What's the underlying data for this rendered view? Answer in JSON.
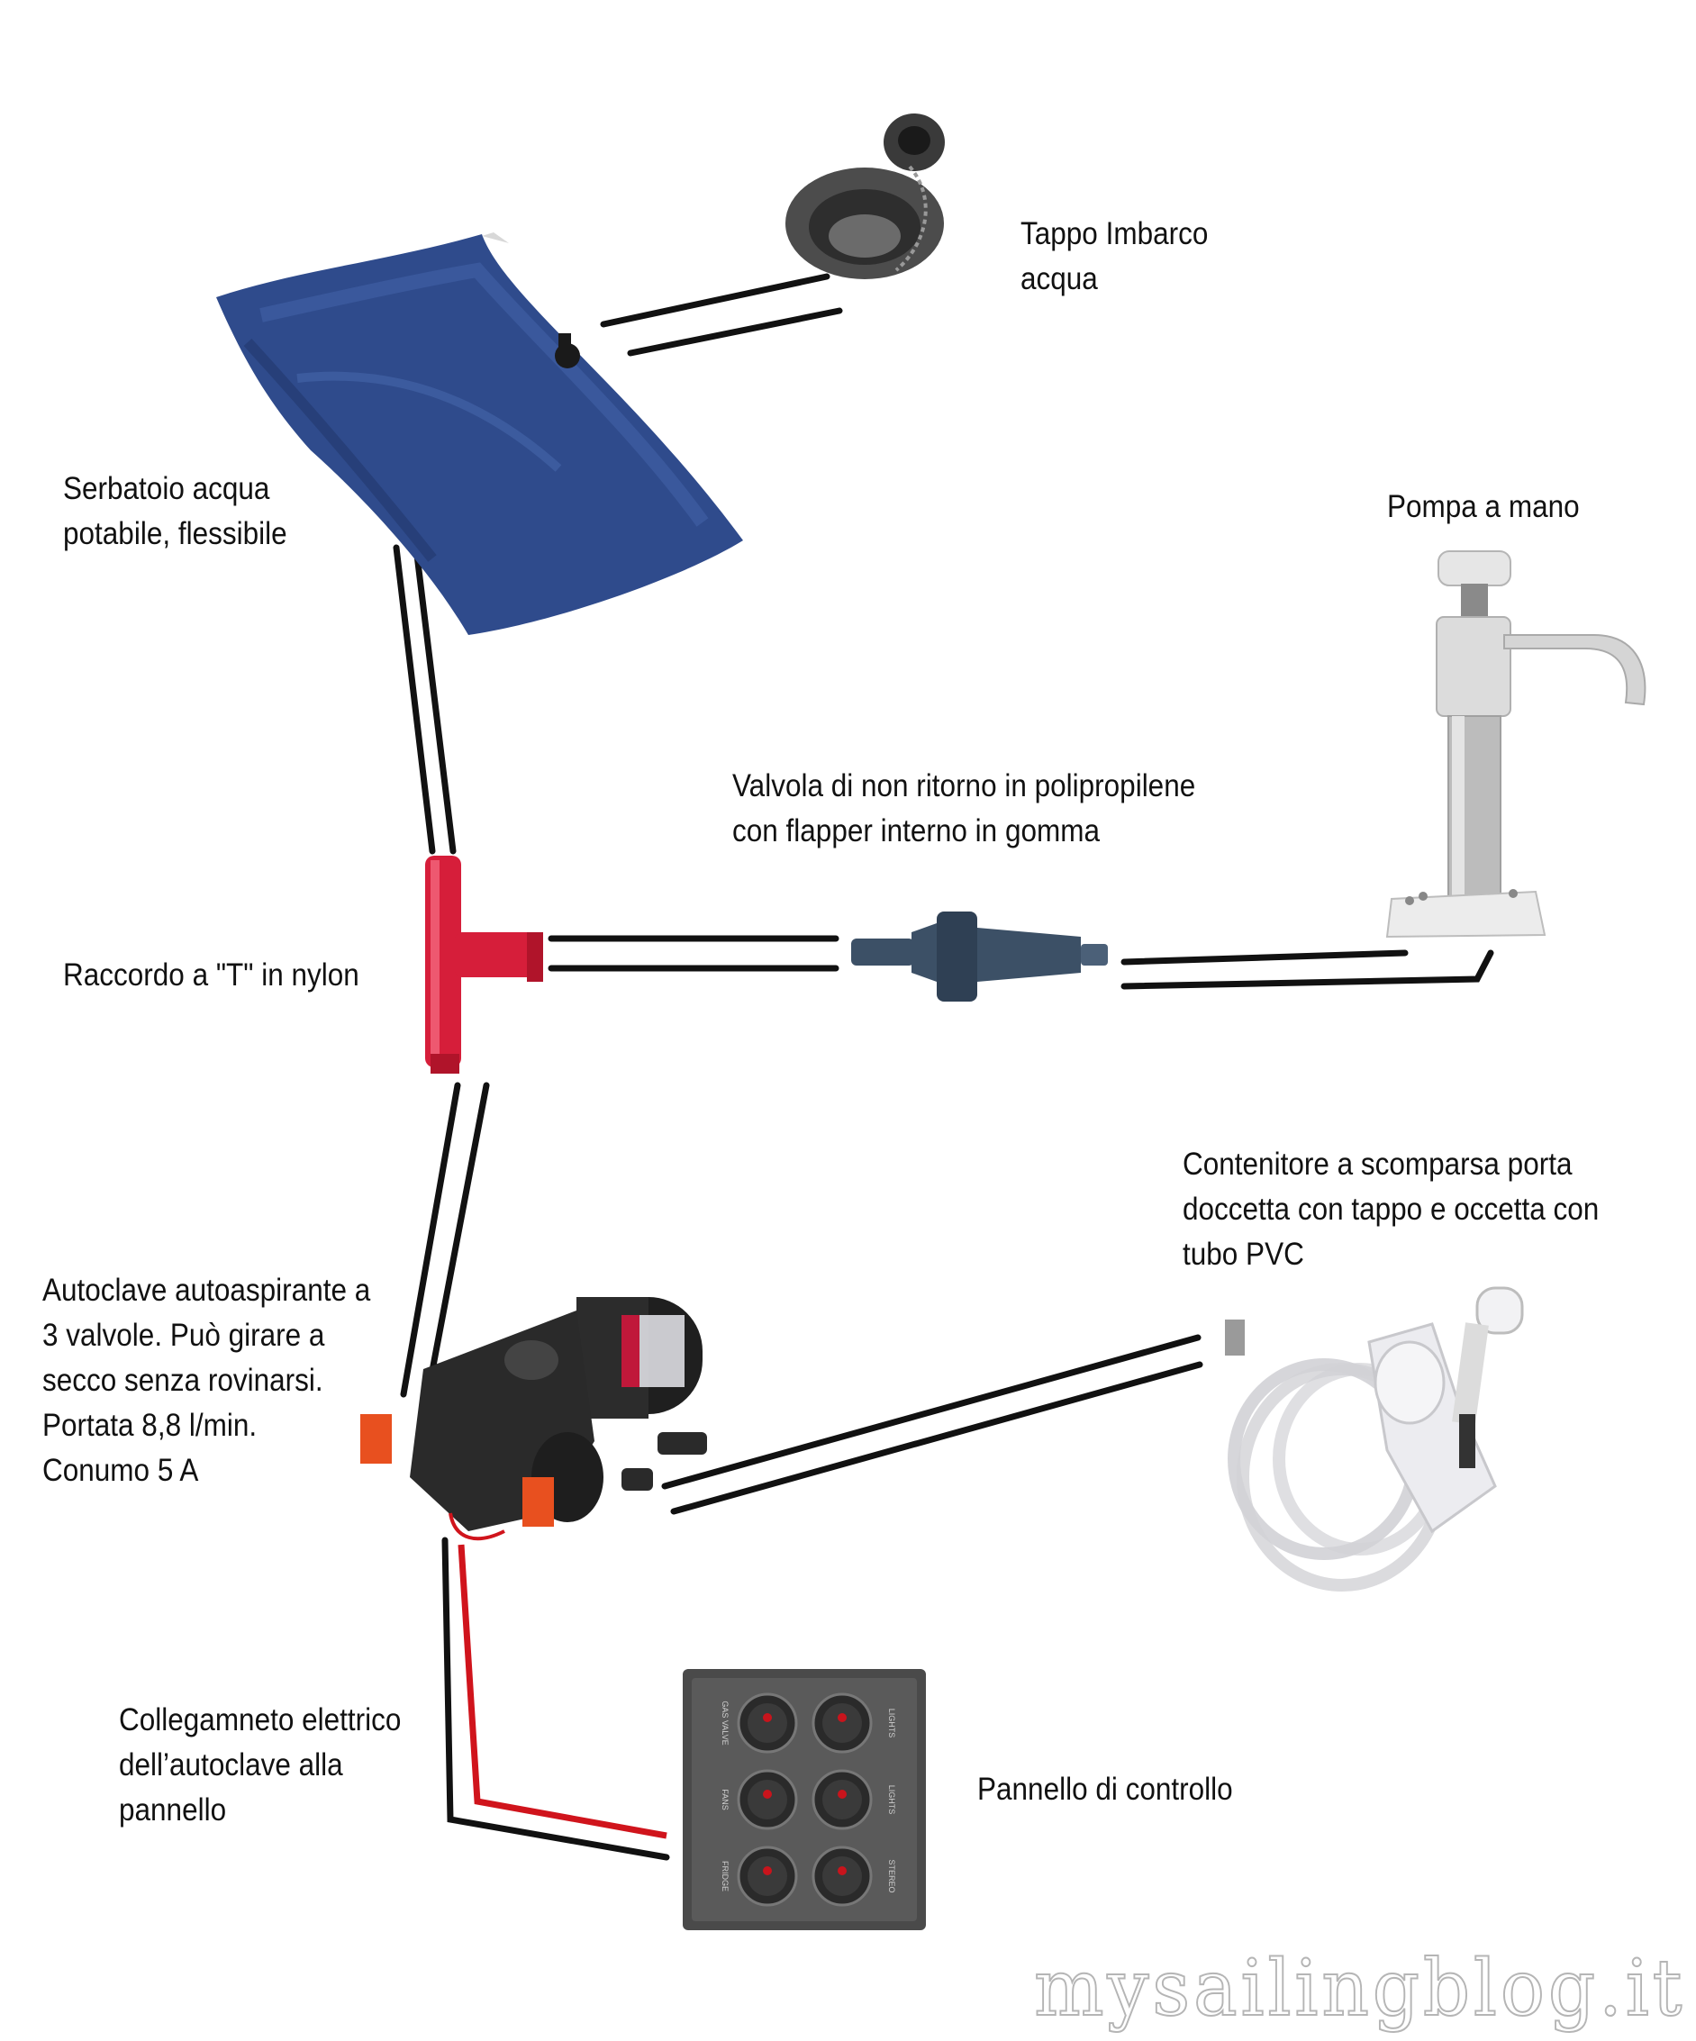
{
  "labels": {
    "tank": "Serbatoio acqua\npotabile, flessibile",
    "filler_cap": "Tappo Imbarco\nacqua",
    "hand_pump": "Pompa a mano",
    "check_valve": "Valvola di non ritorno in polipropilene\ncon flapper interno in gomma",
    "tee": "Raccordo a \"T\" in nylon",
    "shower": "Contenitore  a scomparsa porta\ndoccetta con tappo e occetta con\ntubo PVC",
    "pump": "Autoclave autoaspirante a\n3 valvole. Può girare a\nsecco senza rovinarsi.\nPortata 8,8 l/min.\nConumo 5 A",
    "wiring": "Collegamneto elettrico\ndell’autoclave alla\n pannello",
    "panel": "Pannello di controllo"
  },
  "panel_switch_labels": [
    "GAS VALVE",
    "LIGHTS",
    "FANS",
    "LIGHTS",
    "FRIDGE",
    "STEREO"
  ],
  "watermark": "mysailingblog.it",
  "colors": {
    "hose": "#111111",
    "positive_wire": "#d0141c",
    "tank": "#2f4b8c",
    "tee": "#d61e3a",
    "valve": "#3c5066",
    "pump_body": "#2c2c2c",
    "pump_clip": "#e8501f",
    "panel": "#4a4a4a",
    "switch_led": "#c8141c"
  }
}
